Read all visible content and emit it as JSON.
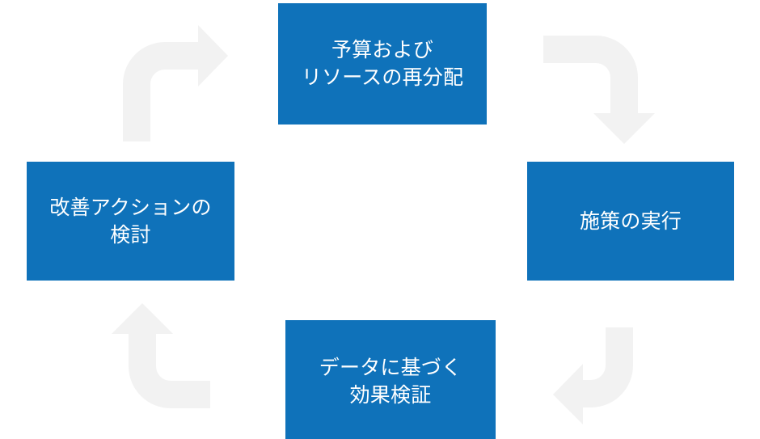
{
  "diagram": {
    "type": "cycle",
    "title": "",
    "background_color": "#ffffff",
    "node_color": "#0f72ba",
    "node_text_color": "#ffffff",
    "arrow_color": "#f2f2f2",
    "nodes": [
      {
        "id": "top",
        "position": "top",
        "label": "予算および\nリソースの再分配",
        "lines": [
          "予算および",
          "リソースの再分配"
        ],
        "order": 1
      },
      {
        "id": "right",
        "position": "right",
        "label": "施策の実行",
        "lines": [
          "施策の実行"
        ],
        "order": 2
      },
      {
        "id": "bottom",
        "position": "bottom",
        "label": "データに基づく\n効果検証",
        "lines": [
          "データに基づく",
          "効果検証"
        ],
        "order": 3
      },
      {
        "id": "left",
        "position": "left",
        "label": "改善アクションの\n検討",
        "lines": [
          "改善アクションの",
          "検討"
        ],
        "order": 4
      }
    ],
    "arrows": [
      {
        "id": "top-right",
        "from": "top",
        "to": "right",
        "direction": "down",
        "description": "curved arrow from top box turning downward to right box"
      },
      {
        "id": "bottom-right",
        "from": "right",
        "to": "bottom",
        "direction": "left",
        "description": "curved arrow from right box turning leftward to bottom box"
      },
      {
        "id": "bottom-left",
        "from": "bottom",
        "to": "left",
        "direction": "up",
        "description": "curved arrow from bottom box turning upward to left box"
      },
      {
        "id": "top-left",
        "from": "left",
        "to": "top",
        "direction": "right",
        "description": "curved arrow from left box turning rightward to top box"
      }
    ]
  }
}
